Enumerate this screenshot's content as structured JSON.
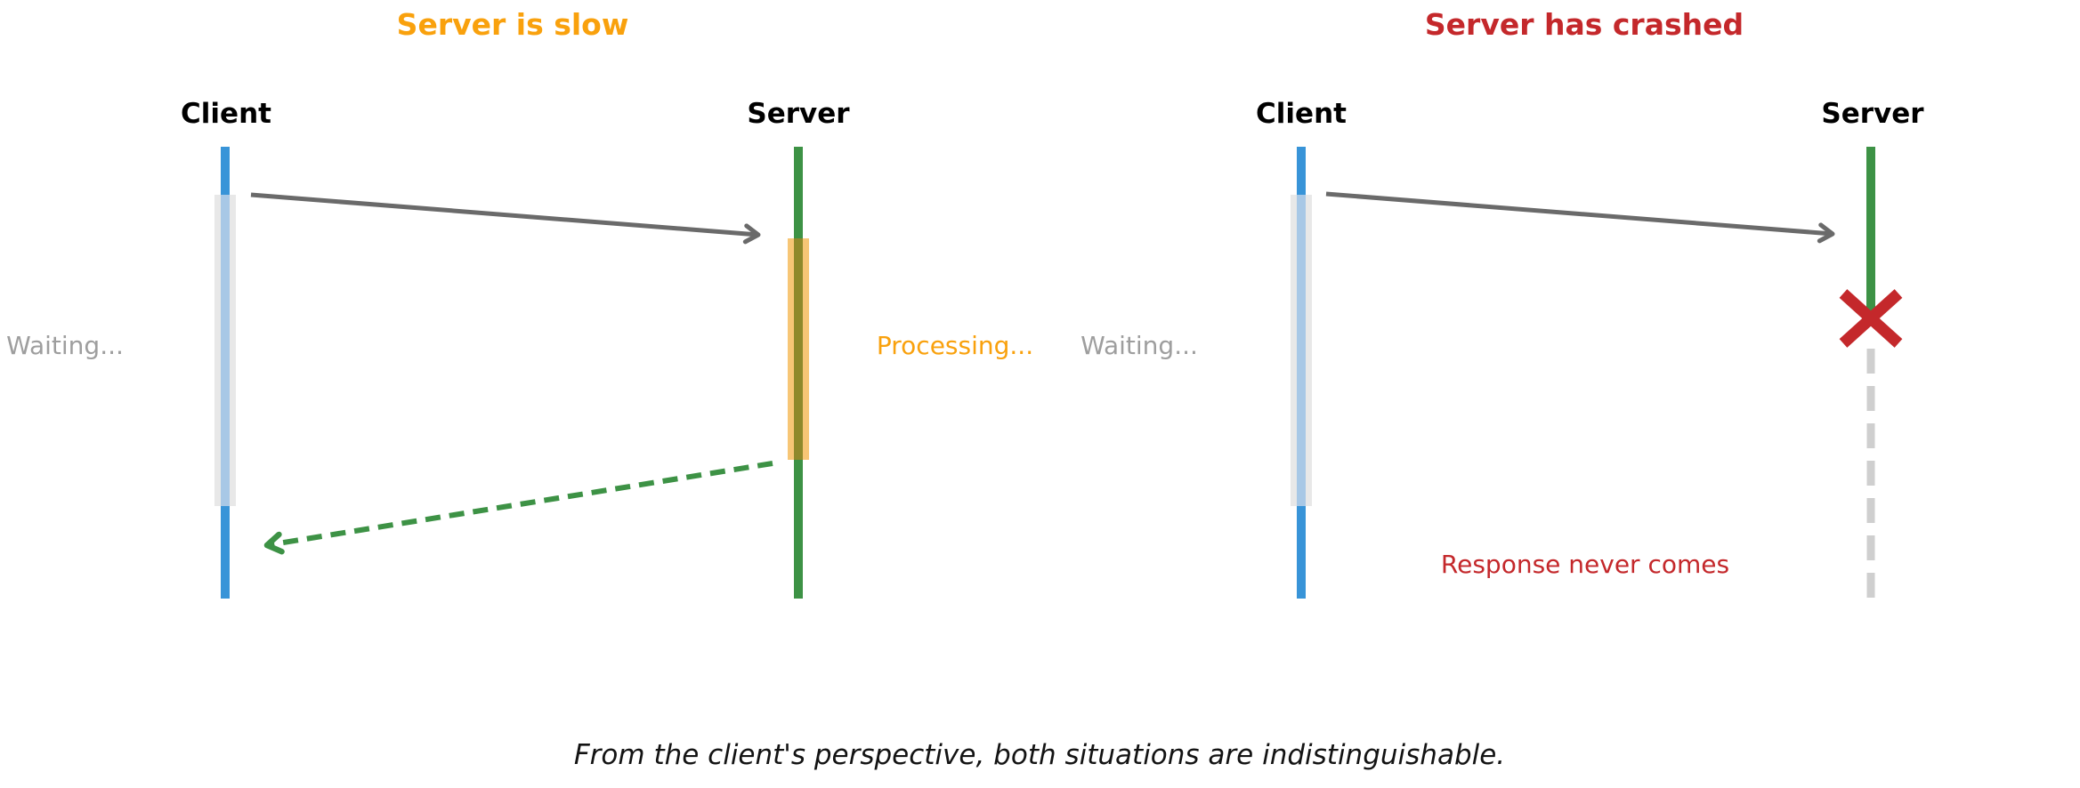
{
  "colors": {
    "orange": "#F9A10D",
    "red": "#C4282B",
    "blue": "#3894D8",
    "green": "#3D9245",
    "arrowGray": "#6A6A6A",
    "noteGray": "#9E9E9E",
    "labelBlack": "#000000",
    "activationGray": "#E8E8E8",
    "activationGrayCore": "#A8C8E6",
    "activationOrange": "#F7C676",
    "activationOrangeCore": "#8F892B",
    "deadGray": "#CFCFCF",
    "captionColor": "#131313"
  },
  "panels": [
    {
      "title": "Server is slow",
      "client_label": "Client",
      "server_label": "Server",
      "client_status": "Waiting...",
      "server_status": "Processing..."
    },
    {
      "title": "Server has crashed",
      "client_label": "Client",
      "server_label": "Server",
      "client_status": "Waiting...",
      "server_status": "Response never comes"
    }
  ],
  "caption": "From the client's perspective, both situations are indistinguishable."
}
